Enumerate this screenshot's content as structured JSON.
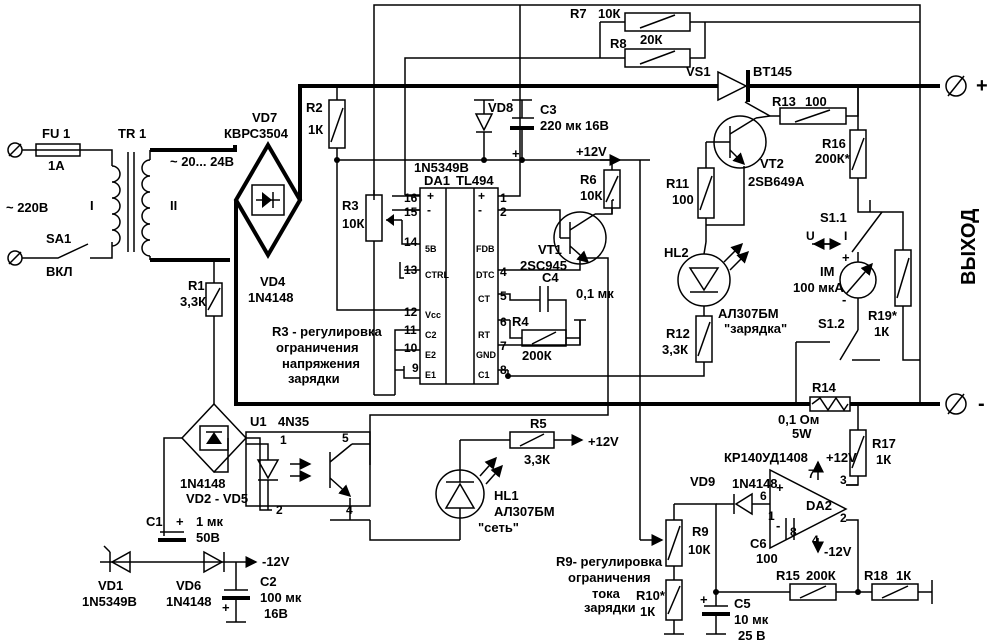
{
  "labels": {
    "fu1": "FU 1",
    "fu1_val": "1A",
    "tr1": "TR 1",
    "ac_in": "~ 220В",
    "sa1": "SA1",
    "sa1_val": "ВКЛ",
    "coil1": "I",
    "coil2": "II",
    "tr_out": "~ 20... 24В",
    "vd7": "VD7",
    "vd7_part": "КВРС3504",
    "r1": "R1",
    "r1_val": "3,3К",
    "vd4": "VD4",
    "vd4_part": "1N4148",
    "r2": "R2",
    "r2_val": "1К",
    "vd8": "VD8",
    "vd8_part": "1N5349B",
    "c3": "C3",
    "c3_val": "220 мк 16В",
    "plus12_top": "+12V",
    "r3": "R3",
    "r3_val": "10К",
    "da1": "DA1",
    "da1_part": "TL494",
    "r7": "R7",
    "r7_val": "10К",
    "r8": "R8",
    "r8_val": "20К",
    "vs1": "VS1",
    "vs1_part": "BT145",
    "r13": "R13",
    "r13_val": "100",
    "r16": "R16",
    "r16_val": "200К*",
    "vt2": "VT2",
    "vt2_part": "2SB649A",
    "r11": "R11",
    "r11_val": "100",
    "r6": "R6",
    "r6_val": "10К",
    "vt1": "VT1",
    "vt1_part": "2SC945",
    "hl2": "HL2",
    "hl2_part": "АЛ307БМ",
    "hl2_desc": "\"зарядка\"",
    "r12": "R12",
    "r12_val": "3,3К",
    "c4": "C4",
    "c4_val": "0,1 мк",
    "r4": "R4",
    "r4_val": "200К",
    "s11": "S1.1",
    "s_u": "U",
    "s_i": "I",
    "im": "IM",
    "im_val": "100 мкА",
    "r19": "R19*",
    "r19_val": "1К",
    "s12": "S1.2",
    "out_label": "ВЫХОД",
    "r14": "R14",
    "r14_val": "0,1 Ом",
    "r14_pwr": "5W",
    "r17": "R17",
    "r17_val": "1К",
    "r3_note": [
      "R3 - регулировка",
      "ограничения",
      "напряжения",
      "зарядки"
    ],
    "u1": "U1",
    "u1_part": "4N35",
    "r5": "R5",
    "r5_val": "3,3К",
    "plus12_r5": "+12V",
    "hl1": "HL1",
    "hl1_part": "АЛ307БМ",
    "hl1_desc": "\"сеть\"",
    "vd25": "1N4148",
    "vd25_name": "VD2 - VD5",
    "c1": "C1",
    "c1_val": "1 мк",
    "c1_v": "50В",
    "vd1": "VD1",
    "vd1_part": "1N5349B",
    "vd6": "VD6",
    "vd6_part": "1N4148",
    "minus12": "-12V",
    "c2": "C2",
    "c2_val": "100 мк",
    "c2_v": "16В",
    "vd9": "VD9",
    "vd9_part": "1N4148",
    "da2_part": "КР140УД1408",
    "da2": "DA2",
    "da2_vp": "+12V",
    "da2_vn": "-12V",
    "c6": "C6",
    "c6_val": "100",
    "r9": "R9",
    "r9_val": "10К",
    "r9_note": [
      "R9- регулировка",
      "ограничения",
      "тока",
      "зарядки"
    ],
    "r10": "R10*",
    "r10_val": "1К",
    "c5": "C5",
    "c5_val": "10 мк",
    "c5_v": "25 В",
    "r15": "R15",
    "r15_val": "200К",
    "r18": "R18",
    "r18_val": "1К",
    "plus_sign": "+",
    "minus_sign": "-"
  },
  "da1_pins": {
    "left": [
      "16",
      "15",
      "14",
      "13",
      "12",
      "11",
      "10",
      "9"
    ],
    "right": [
      "1",
      "2",
      "4",
      "5",
      "6",
      "7",
      "8"
    ],
    "inner_left": [
      "5B",
      "CTRL",
      "Vcc",
      "C2",
      "E2",
      "E1"
    ],
    "inner_right": [
      "FDB",
      "DTC",
      "CT",
      "RT",
      "GND",
      "C1"
    ]
  },
  "pin_numbers": {
    "u1": [
      "1",
      "2",
      "5",
      "4"
    ],
    "da2": [
      "7",
      "6",
      "3",
      "1",
      "8",
      "4",
      "2"
    ]
  }
}
